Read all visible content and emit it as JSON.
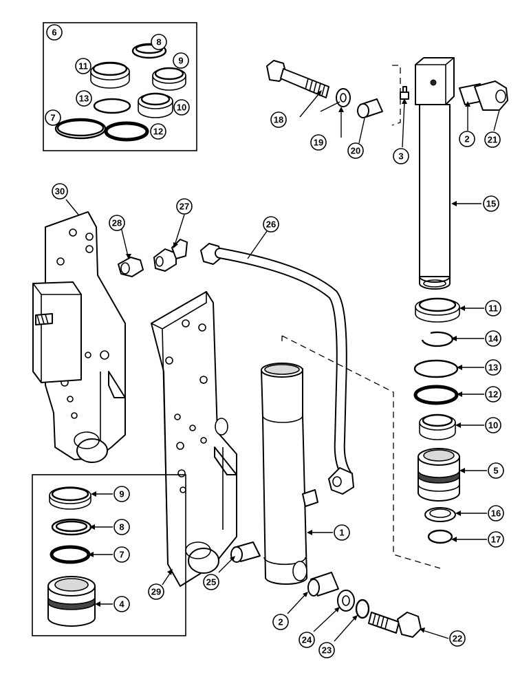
{
  "callouts": [
    "6",
    "8",
    "11",
    "9",
    "13",
    "10",
    "7",
    "12",
    "18",
    "19",
    "20",
    "3",
    "2",
    "21",
    "15",
    "30",
    "28",
    "27",
    "26",
    "11",
    "14",
    "13",
    "12",
    "10",
    "5",
    "1",
    "16",
    "17",
    "9",
    "8",
    "7",
    "4",
    "29",
    "25",
    "2",
    "24",
    "23",
    "22"
  ]
}
